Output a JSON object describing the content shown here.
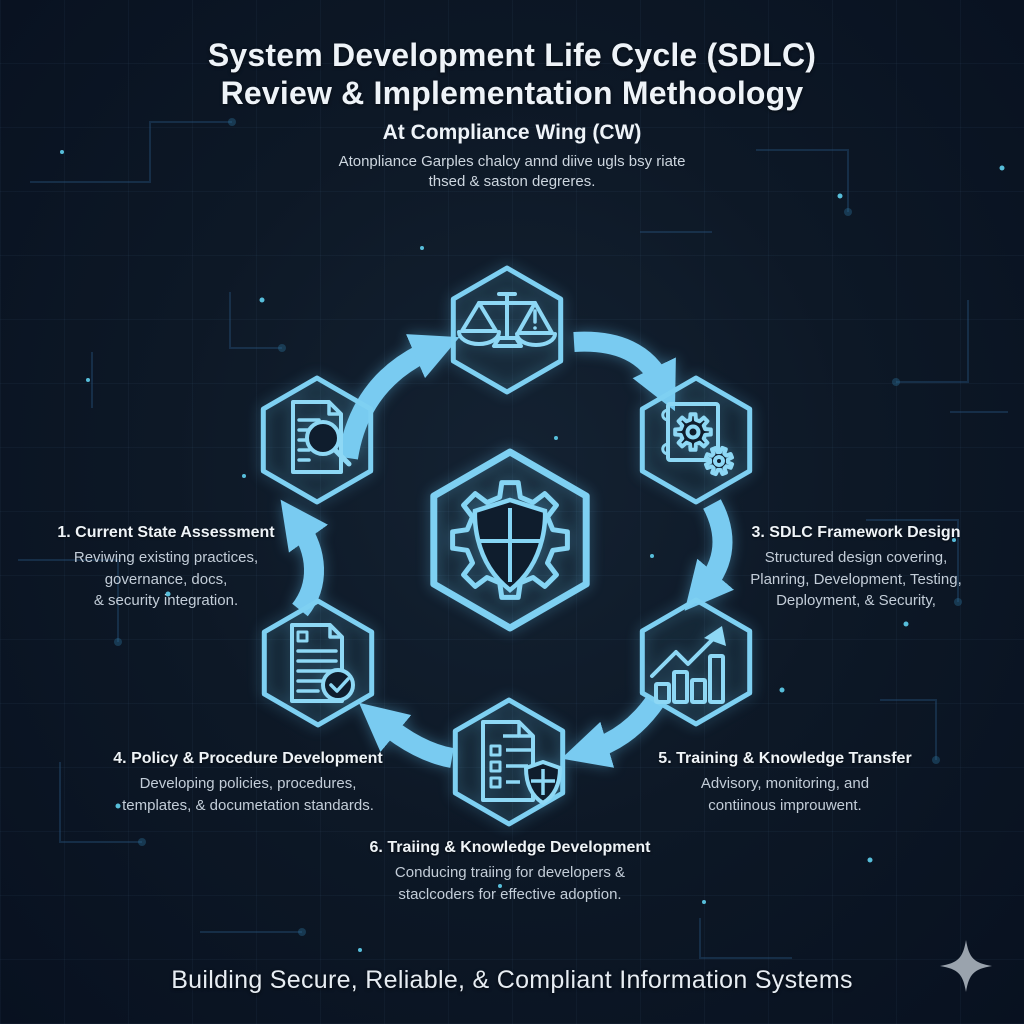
{
  "header": {
    "title_line1": "System Development Life Cycle (SDLC)",
    "title_line2": "Review & Implementation Methoology",
    "subtitle": "At Compliance Wing (CW)",
    "tagline_line1": "Atonpliance Garples chalcy annd diive ugls bsy riate",
    "tagline_line2": "thsed & saston degreres."
  },
  "steps": [
    {
      "title": "1. Current State Assessment",
      "lines": [
        "Reviwing existing practices,",
        "governance, docs,",
        "& security integration."
      ]
    },
    {
      "title": "3. SDLC Framework Design",
      "lines": [
        "Structured design covering,",
        "Planring, Development, Testing,",
        "Deployment, & Security,"
      ]
    },
    {
      "title": "4. Policy & Procedure Development",
      "lines": [
        "Developing policies, procedures,",
        "templates, & documetation standards."
      ]
    },
    {
      "title": "5. Training & Knowledge Transfer",
      "lines": [
        "Advisory, monitoring, and",
        "contiinous improuwent."
      ]
    },
    {
      "title": "6. Traiing & Knowledge Development",
      "lines": [
        "Conducing traiing for developers &",
        "staclcoders for effective adoption."
      ]
    }
  ],
  "footer": {
    "tagline": "Building Secure, Reliable, & Compliant Information Systems"
  },
  "icons": {
    "center": "gear-shield-icon",
    "top": "scales-warning-icon",
    "top_right": "blueprint-gears-icon",
    "right": "growth-chart-icon",
    "bottom": "checklist-shield-icon",
    "left": "approved-document-icon",
    "top_left": "document-search-icon",
    "corner": "sparkle-icon"
  },
  "colors": {
    "accent": "#7ed0f2",
    "arrow": "#79cbf1",
    "background": "#0d1826",
    "text_primary": "#eef3f8",
    "text_secondary": "#c3cdd8",
    "sparkle": "#9aa3ad"
  }
}
